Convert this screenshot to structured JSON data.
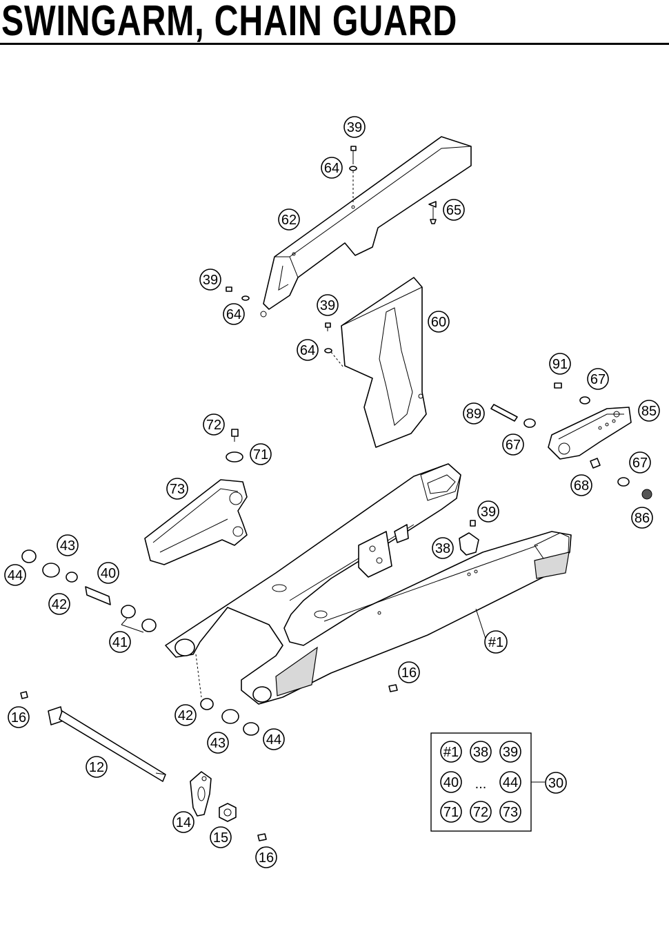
{
  "title": "SWINGARM, CHAIN GUARD",
  "callouts": {
    "c39a": "39",
    "c64a": "64",
    "c62": "62",
    "c65": "65",
    "c39b": "39",
    "c64b": "64",
    "c39c": "39",
    "c60": "60",
    "c64c": "64",
    "c91": "91",
    "c67a": "67",
    "c85": "85",
    "c89": "89",
    "c67b": "67",
    "c67c": "67",
    "c68": "68",
    "c86": "86",
    "c72": "72",
    "c71": "71",
    "c73": "73",
    "c39d": "39",
    "c38": "38",
    "c43a": "43",
    "c44a": "44",
    "c40": "40",
    "c42a": "42",
    "c41": "41",
    "c1": "#1",
    "c16a": "16",
    "c16b": "16",
    "c42b": "42",
    "c43b": "43",
    "c44b": "44",
    "c12": "12",
    "c14": "14",
    "c15": "15",
    "c16c": "16"
  },
  "kit": {
    "items": [
      "#1",
      "38",
      "39",
      "40",
      "...",
      "44",
      "71",
      "72",
      "73"
    ],
    "label": "30"
  }
}
